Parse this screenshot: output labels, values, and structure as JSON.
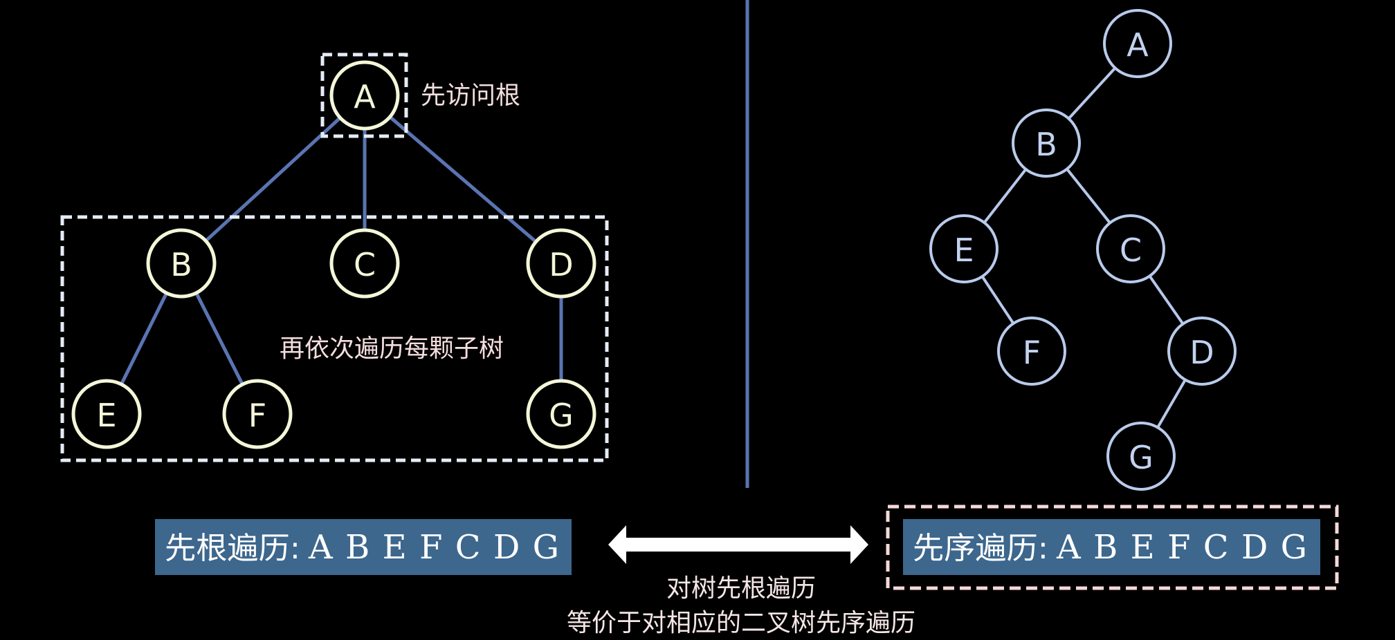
{
  "left_panel": {
    "root_note": "先访问根",
    "subtree_note": "再依次遍历每颗子树",
    "tree": {
      "nodes": [
        {
          "id": "A",
          "label": "A"
        },
        {
          "id": "B",
          "label": "B"
        },
        {
          "id": "C",
          "label": "C"
        },
        {
          "id": "D",
          "label": "D"
        },
        {
          "id": "E",
          "label": "E"
        },
        {
          "id": "F",
          "label": "F"
        },
        {
          "id": "G",
          "label": "G"
        }
      ],
      "edges": [
        [
          "A",
          "B"
        ],
        [
          "A",
          "C"
        ],
        [
          "A",
          "D"
        ],
        [
          "B",
          "E"
        ],
        [
          "B",
          "F"
        ],
        [
          "D",
          "G"
        ]
      ]
    },
    "result": {
      "label": "先根遍历:",
      "sequence": "ABEFCDG"
    }
  },
  "right_panel": {
    "tree": {
      "nodes": [
        {
          "id": "A",
          "label": "A"
        },
        {
          "id": "B",
          "label": "B"
        },
        {
          "id": "E",
          "label": "E"
        },
        {
          "id": "C",
          "label": "C"
        },
        {
          "id": "F",
          "label": "F"
        },
        {
          "id": "D",
          "label": "D"
        },
        {
          "id": "G",
          "label": "G"
        }
      ],
      "edges": [
        [
          "A",
          "B"
        ],
        [
          "B",
          "E"
        ],
        [
          "B",
          "C"
        ],
        [
          "E",
          "F"
        ],
        [
          "C",
          "D"
        ],
        [
          "D",
          "G"
        ]
      ]
    },
    "result": {
      "label": "先序遍历:",
      "sequence": "ABEFCDG"
    }
  },
  "equivalence": {
    "line1": "对树先根遍历",
    "line2": "等价于对相应的二叉树先序遍历"
  },
  "colors": {
    "background": "#000000",
    "left_node": "#f4f6d8",
    "left_edge": "#5a74b2",
    "right_node": "#b9cbeb",
    "result_box": "#3d678d",
    "annotation": "#f5dede"
  }
}
